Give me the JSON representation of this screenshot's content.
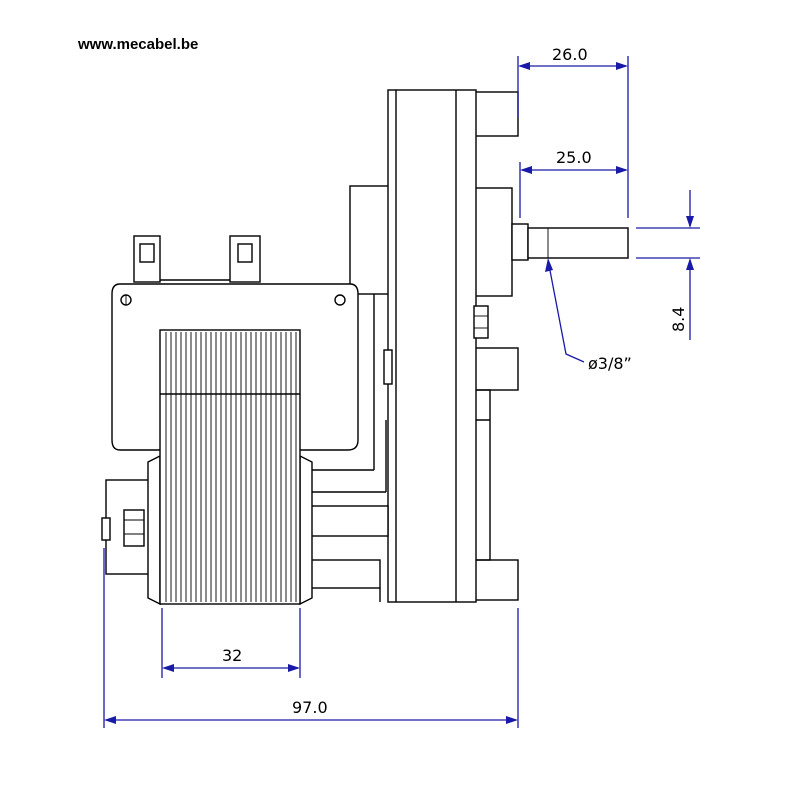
{
  "site_url": "www.mecabel.be",
  "dimensions": {
    "shaft_extension_outer": "26.0",
    "shaft_extension_inner": "25.0",
    "shaft_flat": "8.4",
    "shaft_diameter": "ø3/8”",
    "coil_width": "32",
    "overall_width": "97.0"
  }
}
